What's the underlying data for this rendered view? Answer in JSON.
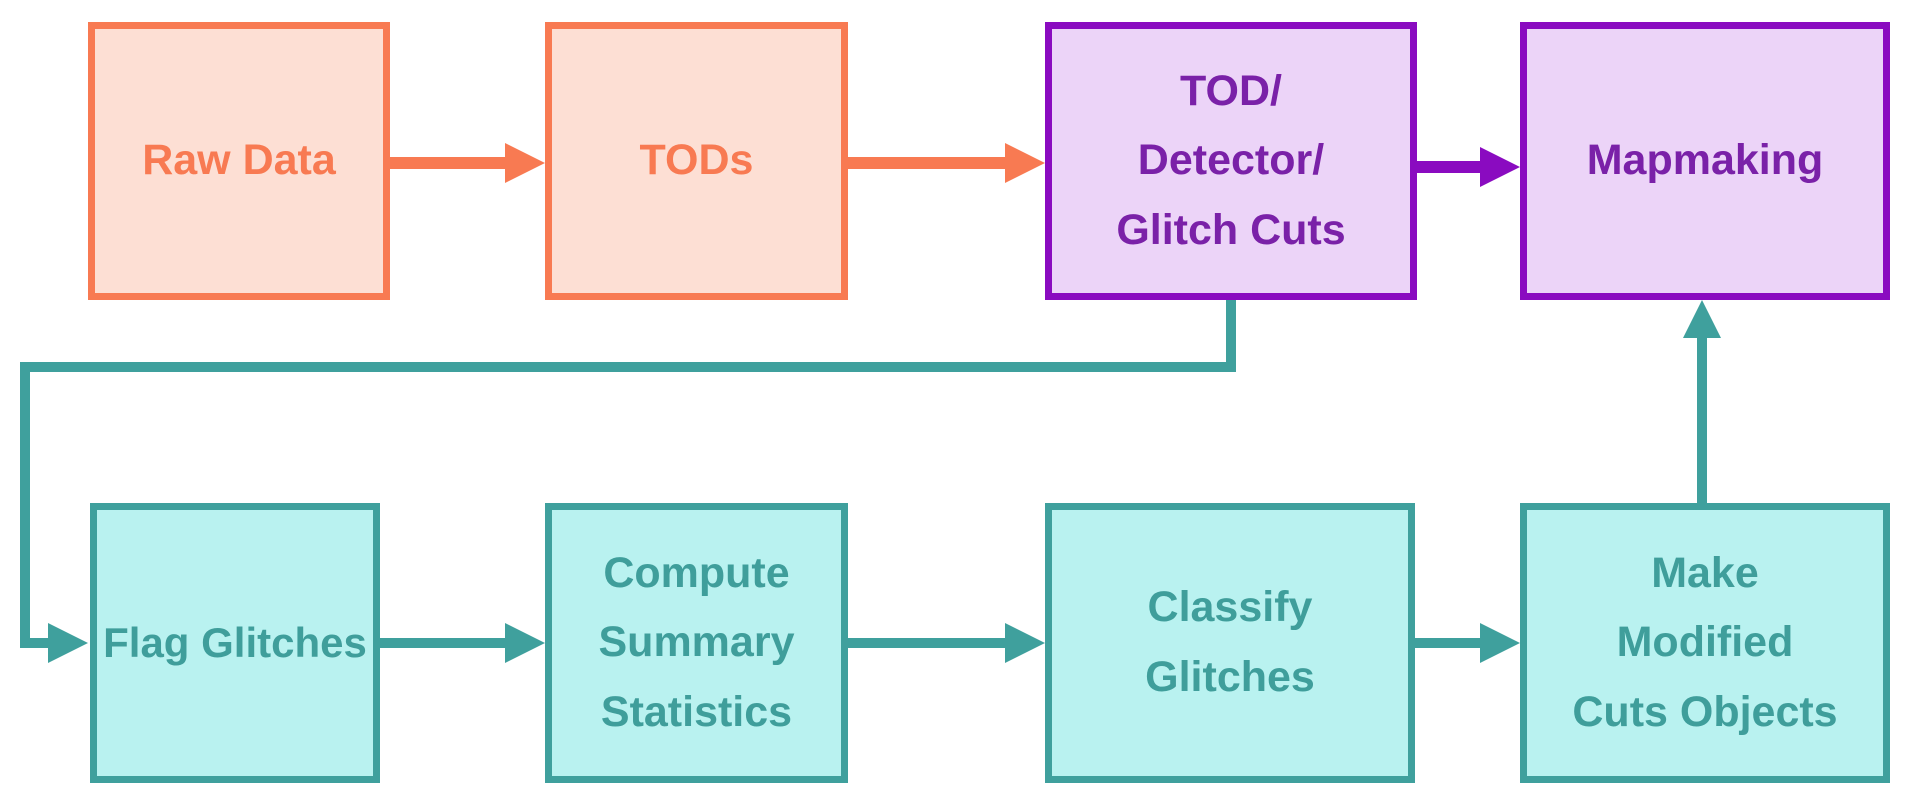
{
  "colors": {
    "background": "#FFFFFF",
    "orange_border": "#F87A52",
    "orange_fill": "#FDDFD4",
    "orange_text": "#F87A52",
    "purple_border": "#8A0BC0",
    "purple_fill": "#ECD4F8",
    "purple_text": "#7A21A8",
    "teal_border": "#3FA09D",
    "teal_fill": "#B9F2F0",
    "teal_text": "#3F9E9B"
  },
  "diagram": {
    "nodes": {
      "raw_data": {
        "label": "Raw Data",
        "type": "orange"
      },
      "tods": {
        "label": "TODs",
        "type": "orange"
      },
      "glitch_cuts": {
        "label": "TOD/\nDetector/\nGlitch Cuts",
        "type": "purple"
      },
      "mapmaking": {
        "label": "Mapmaking",
        "type": "purple"
      },
      "flag_glitches": {
        "label": "Flag Glitches",
        "type": "teal"
      },
      "compute_summary": {
        "label": "Compute\nSummary\nStatistics",
        "type": "teal"
      },
      "classify": {
        "label": "Classify\nGlitches",
        "type": "teal"
      },
      "make_modified": {
        "label": "Make\nModified\nCuts Objects",
        "type": "teal"
      }
    },
    "edges": [
      {
        "from": "Raw Data",
        "to": "TODs",
        "color": "orange"
      },
      {
        "from": "TODs",
        "to": "TOD/Detector/Glitch Cuts",
        "color": "orange"
      },
      {
        "from": "TOD/Detector/Glitch Cuts",
        "to": "Mapmaking",
        "color": "purple"
      },
      {
        "from": "TOD/Detector/Glitch Cuts",
        "to": "Flag Glitches",
        "color": "teal"
      },
      {
        "from": "Flag Glitches",
        "to": "Compute Summary Statistics",
        "color": "teal"
      },
      {
        "from": "Compute Summary Statistics",
        "to": "Classify Glitches",
        "color": "teal"
      },
      {
        "from": "Classify Glitches",
        "to": "Make Modified Cuts Objects",
        "color": "teal"
      },
      {
        "from": "Make Modified Cuts Objects",
        "to": "Mapmaking",
        "color": "teal"
      }
    ]
  }
}
